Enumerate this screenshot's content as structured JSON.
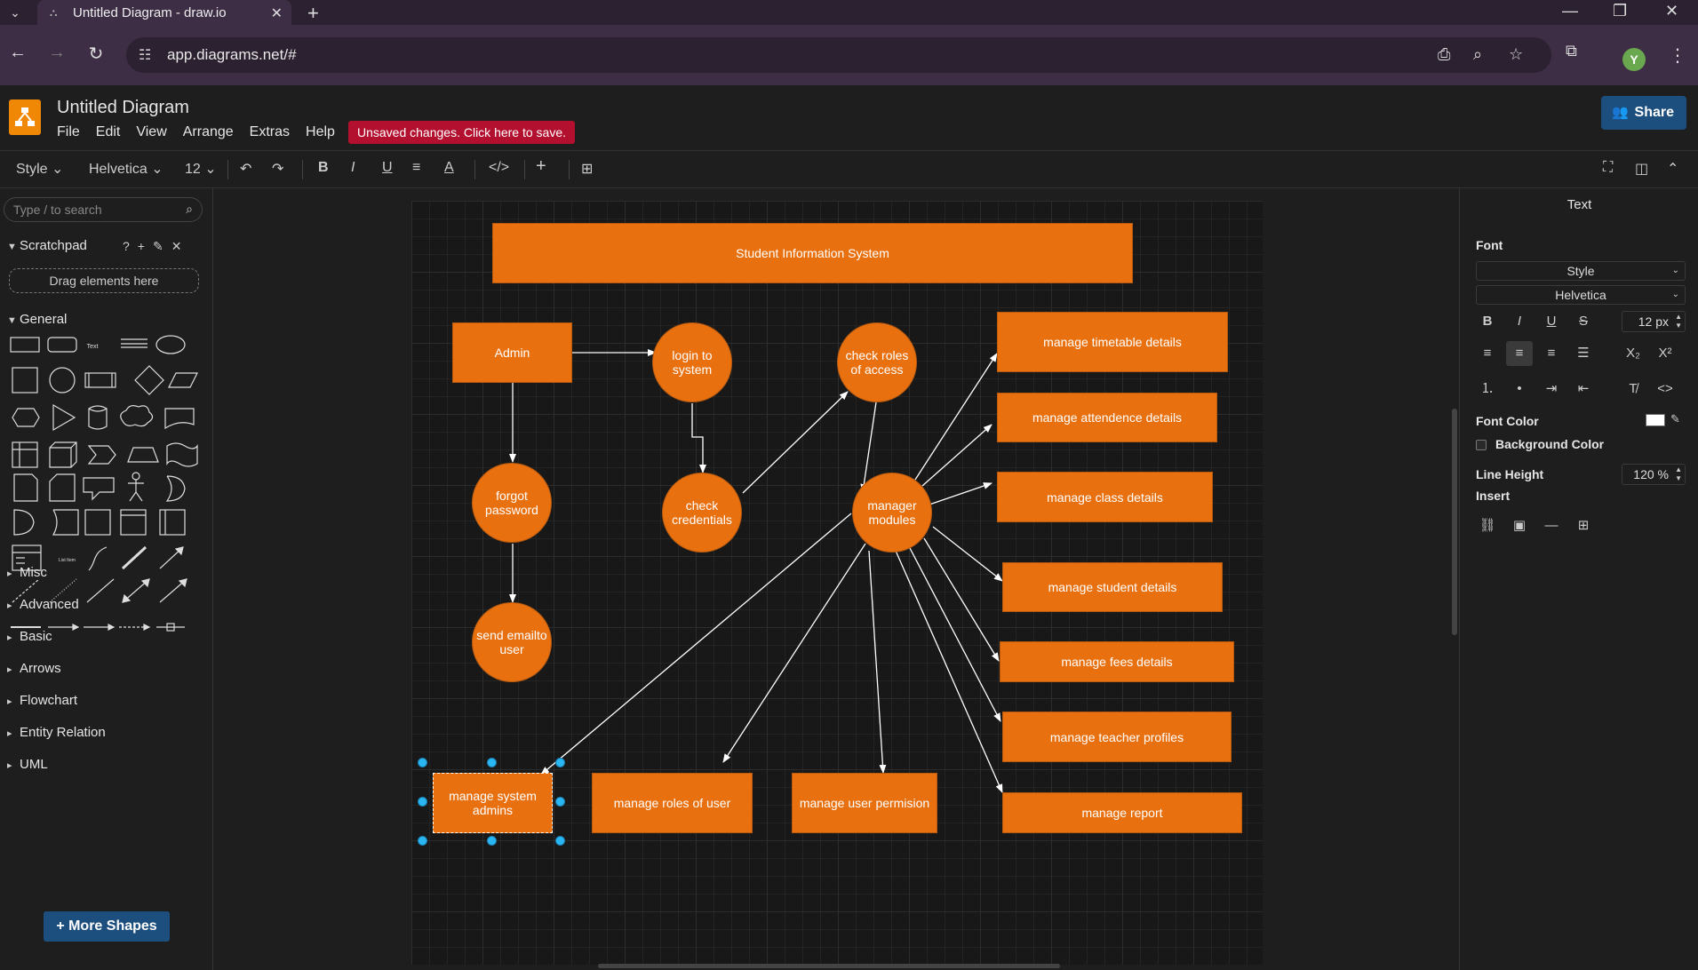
{
  "browser": {
    "tab_title": "Untitled Diagram - draw.io",
    "url": "app.diagrams.net/#",
    "avatar_letter": "Y"
  },
  "app": {
    "title": "Untitled Diagram",
    "menus": [
      "File",
      "Edit",
      "View",
      "Arrange",
      "Extras",
      "Help"
    ],
    "unsaved_notice": "Unsaved changes. Click here to save.",
    "share_label": "Share",
    "brand_color": "#f08705",
    "accent_color": "#1d4f7e"
  },
  "toolbar": {
    "style": "Style",
    "font": "Helvetica",
    "font_size": "12"
  },
  "sidebar": {
    "search_placeholder": "Type / to search",
    "scratchpad": "Scratchpad",
    "drag_hint": "Drag elements here",
    "general": "General",
    "sections": [
      "Misc",
      "Advanced",
      "Basic",
      "Arrows",
      "Flowchart",
      "Entity Relation",
      "UML"
    ],
    "more_shapes": "+ More Shapes"
  },
  "diagram": {
    "node_color": "#e8700f",
    "nodes": {
      "title": "Student Information System",
      "admin": "Admin",
      "login": "login to system",
      "check_roles": "check roles of access",
      "forgot": "forgot password",
      "check_cred": "check credentials",
      "manager": "manager modules",
      "send_email": "send emailto user",
      "timetable": "manage timetable details",
      "attendance": "manage attendence details",
      "class": "manage class details",
      "student": "manage student details",
      "fees": "manage fees details",
      "teacher": "manage teacher profiles",
      "report": "manage report",
      "sys_admins": "manage system admins",
      "roles_user": "manage roles of user",
      "user_perm": "manage user permision"
    }
  },
  "format_panel": {
    "title": "Text",
    "font_label": "Font",
    "style": "Style",
    "font": "Helvetica",
    "size": "12 px",
    "font_color_label": "Font Color",
    "bg_color_label": "Background Color",
    "line_height_label": "Line Height",
    "line_height": "120 %",
    "insert_label": "Insert"
  }
}
